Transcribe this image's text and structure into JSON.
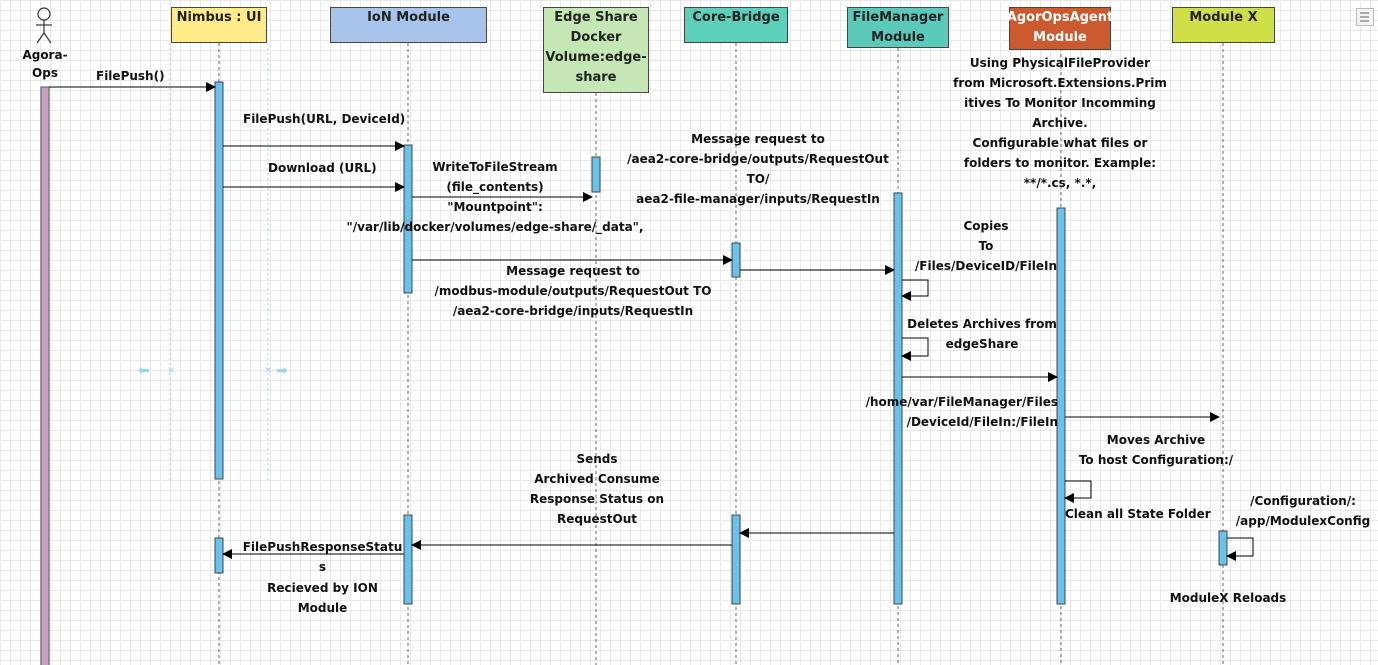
{
  "colors": {
    "activation": "#69c2ec",
    "actor_bar": "#c7a2c0",
    "lifeline": "#666666",
    "arrow": "#000000"
  },
  "actor": {
    "label": "Agora-\nOps",
    "icon": "stick-figure-icon"
  },
  "participants": [
    {
      "id": "ui",
      "label": "Nimbus : UI",
      "fill": "#ffeb8a",
      "text_color": "#222222"
    },
    {
      "id": "ion",
      "label": "IoN Module",
      "fill": "#a9c4ea",
      "text_color": "#222222"
    },
    {
      "id": "edge",
      "label": "Edge Share\nDocker\nVolume:edge-\nshare",
      "fill": "#c5e7b5",
      "text_color": "#222222"
    },
    {
      "id": "core",
      "label": "Core-Bridge",
      "fill": "#5ecfbb",
      "text_color": "#222222"
    },
    {
      "id": "fm",
      "label": "FileManager\nModule",
      "fill": "#5ccaba",
      "text_color": "#222222"
    },
    {
      "id": "agent",
      "label": "AgorOpsAgent\nModule",
      "fill": "#cb5a2e",
      "text_color": "#ffffff"
    },
    {
      "id": "mx",
      "label": "Module X",
      "fill": "#cfdf48",
      "text_color": "#222222"
    }
  ],
  "messages": {
    "filepush": "FilePush()",
    "filepush_url": "FilePush(URL, DeviceId)",
    "download": "Download (URL)",
    "write": "WriteToFileStream\n(file_contents)\n\"Mountpoint\":\n\"/var/lib/docker/volumes/edge-share/_data\",",
    "req_core_fm": "Message request to\n/aea2-core-bridge/outputs/RequestOut\nTO/\naea2-file-manager/inputs/RequestIn",
    "req_ion_core": "Message request to\n/modbus-module/outputs/RequestOut TO\n/aea2-core-bridge/inputs/RequestIn",
    "agent_note": "Using PhysicalFileProvider\nfrom Microsoft.Extensions.Prim\nitives To Monitor Incomming\nArchive.\nConfigurable what files or\nfolders to monitor. Example:\n**/*.cs, *.*,",
    "copies": "Copies\nTo\n/Files/DeviceID/FileIn",
    "deletes": "Deletes Archives from\nedgeShare",
    "fm_path": "/home/var/FileManager/Files\n/DeviceId/FileIn:/FileIn",
    "moves": "Moves Archive\nTo host Configuration:/",
    "clean": "Clean all State Folder",
    "config_path": "/Configuration/:\n/app/ModulexConfig",
    "reloads": "ModuleX Reloads",
    "sends": "Sends\nArchived Consume\nResponse Status on\nRequestOut",
    "response": "FilePushResponseStatu\ns",
    "received": "Recieved by ION\nModule"
  }
}
